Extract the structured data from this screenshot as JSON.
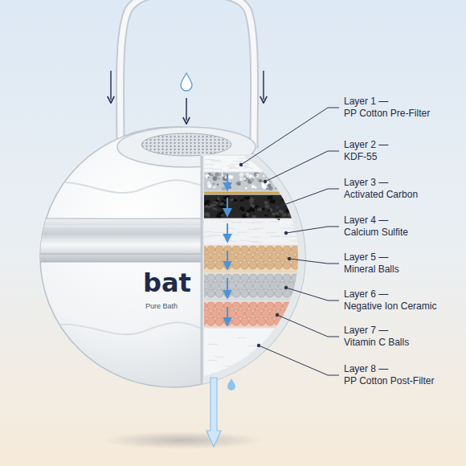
{
  "diagram": {
    "labels": [
      "Layer 1 —",
      "PP Cotton Pre-Filter",
      "Layer 2 —",
      "KDF-55",
      "Layer 3 —",
      "Activated Carbon",
      "Layer 4 —",
      "Calcium Sulfite",
      "Layer 5 —",
      "Mineral Balls",
      "Layer 6 —",
      "Negative Ion Ceramic",
      "Layer 7 —",
      "Vitamin C Balls",
      "Layer 8 —",
      "PP Cotton Post-Filter",
      "bat",
      "Pure Bath"
    ]
  }
}
